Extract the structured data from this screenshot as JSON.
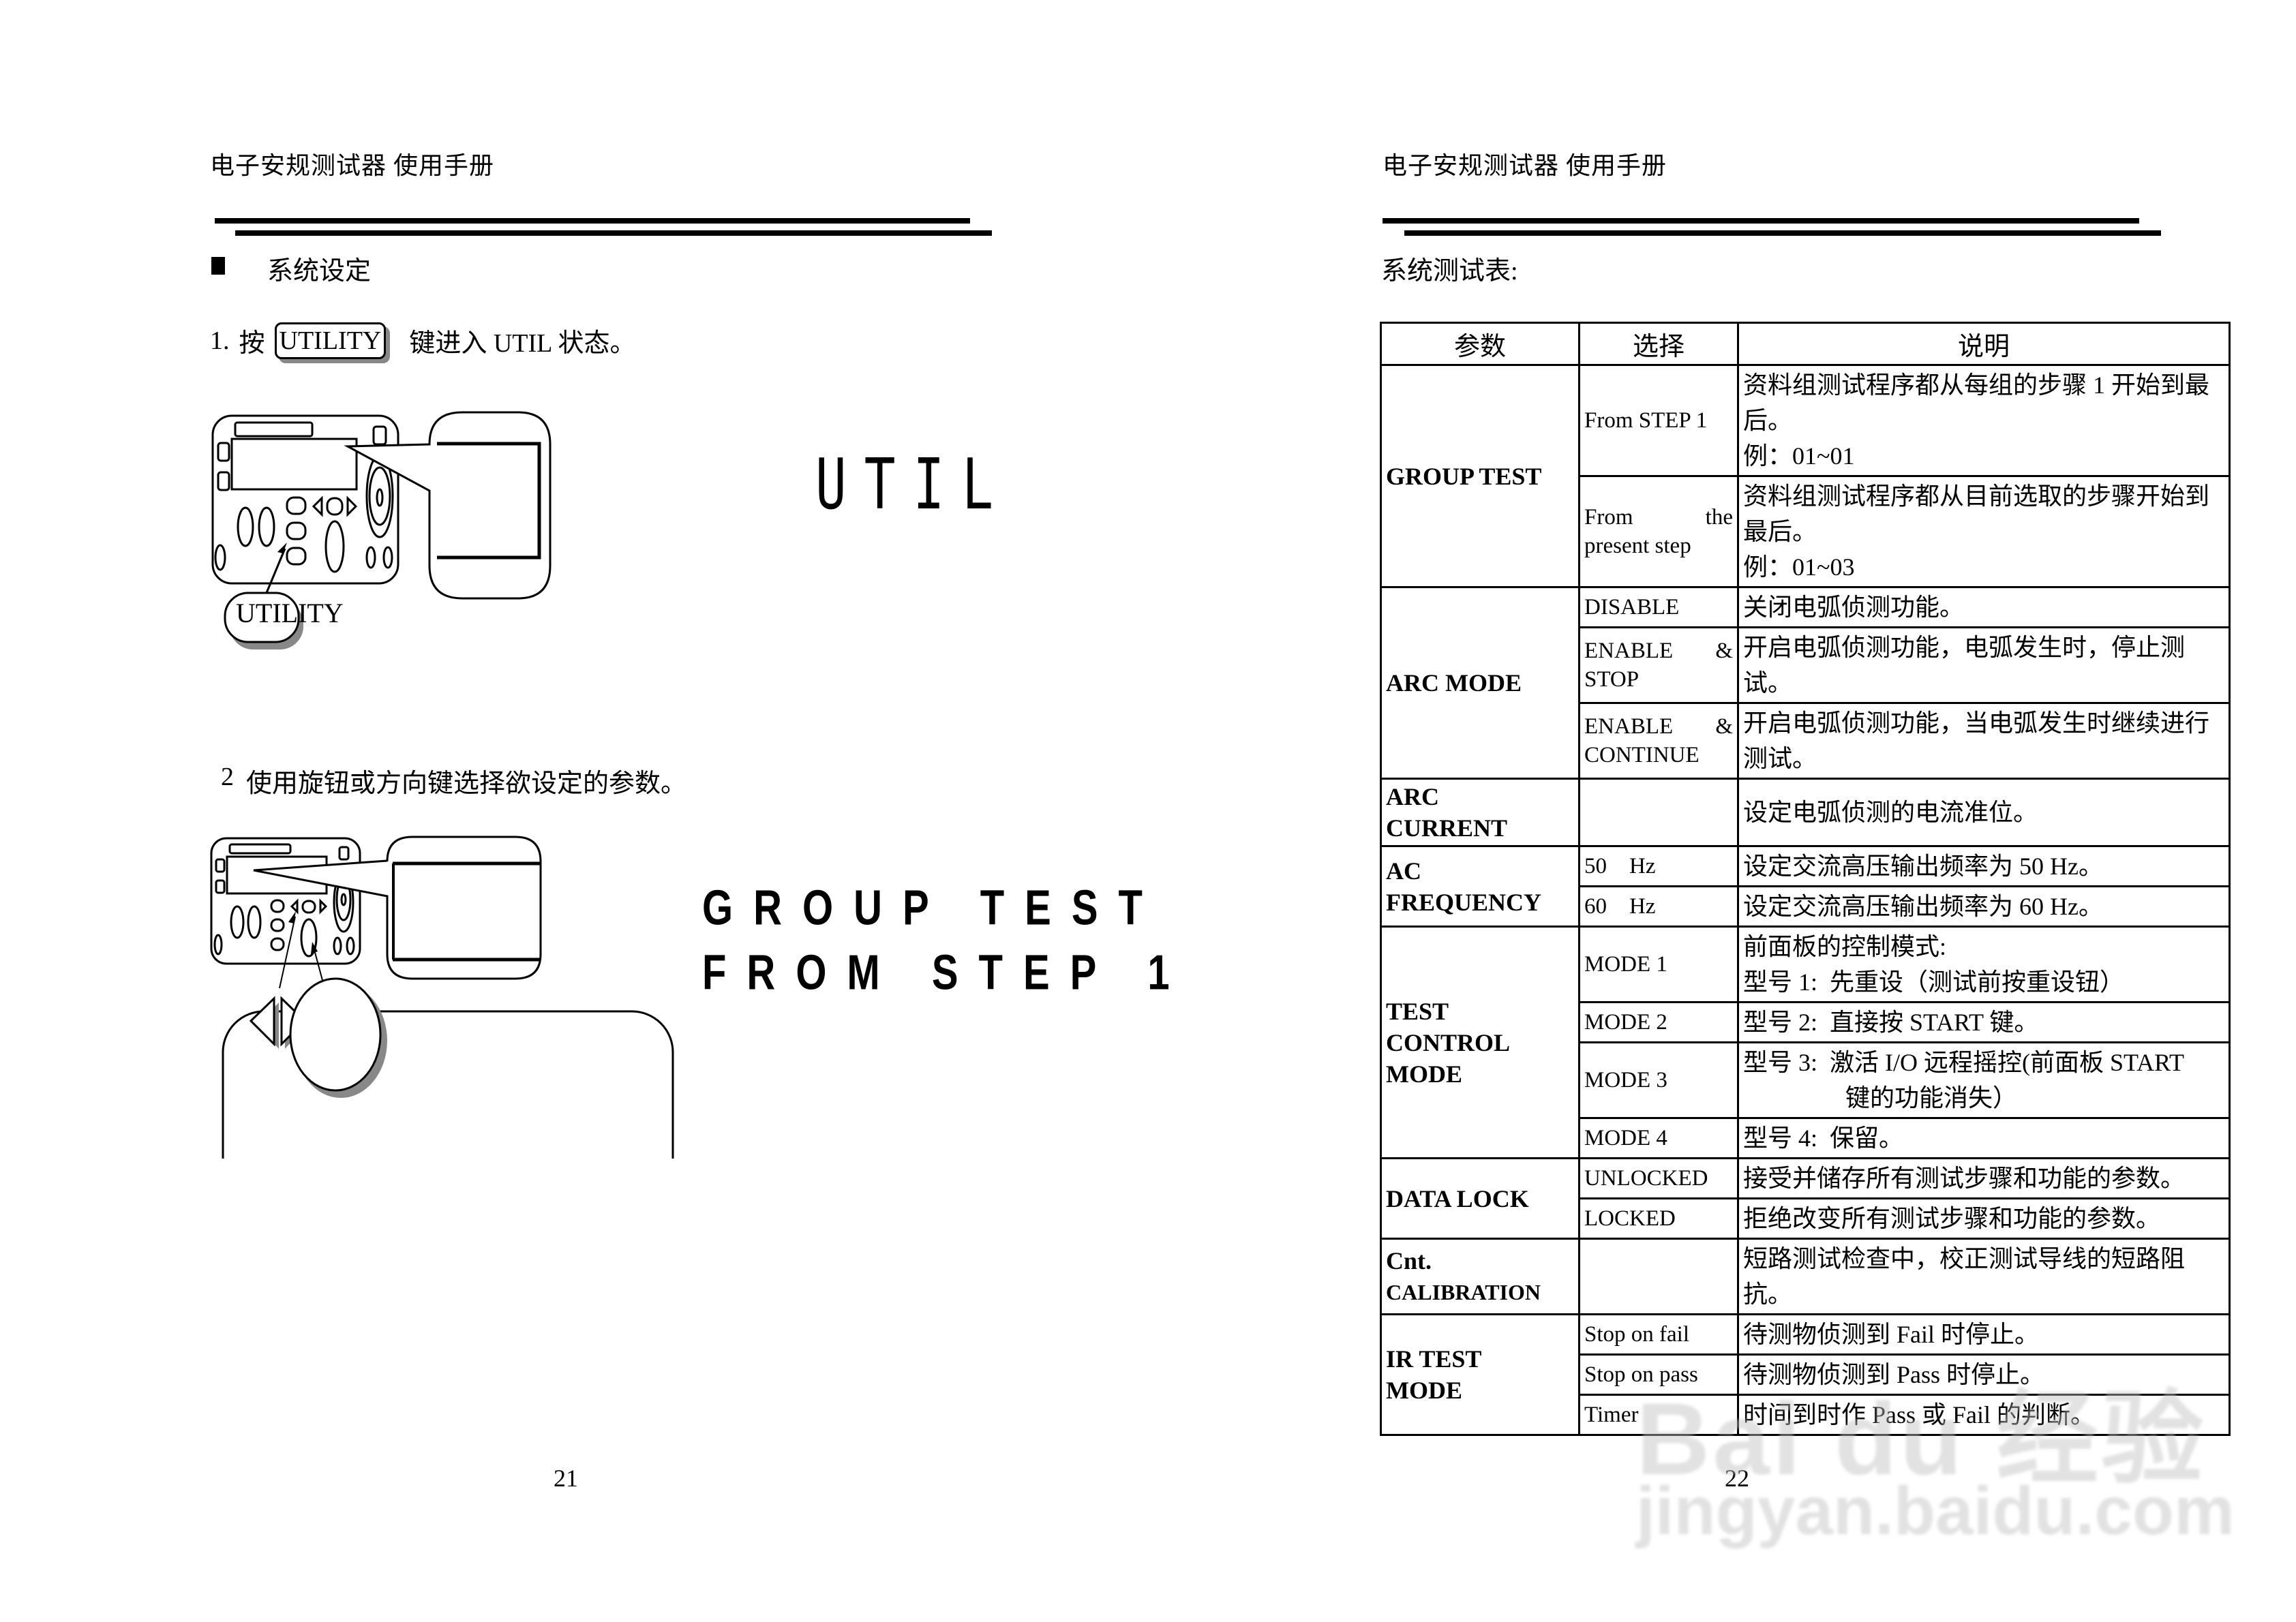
{
  "left_page": {
    "header": "电子安规测试器  使用手册",
    "section_title": "系统设定",
    "step1": {
      "number": "1.",
      "prefix": "按",
      "key_label": "UTILITY",
      "suffix": "键进入 UTIL 状态。"
    },
    "figure1": {
      "lcd_text": "UTIL",
      "callout_label": "UTILITY"
    },
    "step2": {
      "number": "2",
      "text": "使用旋钮或方向键选择欲设定的参数。"
    },
    "figure2": {
      "lcd_line1": "GROUP TEST",
      "lcd_line2": "FROM STEP 1"
    },
    "page_number": "21"
  },
  "right_page": {
    "header": "电子安规测试器  使用手册",
    "table_title": "系统测试表:",
    "table": {
      "headers": [
        "参数",
        "选择",
        "说明"
      ],
      "groups": [
        {
          "param": "GROUP TEST",
          "rows": [
            {
              "option": "From STEP 1",
              "desc": [
                "资料组测试程序都从每组的步骤 1 开始到最后。",
                "例：01~01"
              ]
            },
            {
              "option_a": "From",
              "option_b": "the",
              "option_c": "present step",
              "desc": [
                "资料组测试程序都从目前选取的步骤开始到最后。",
                "例：01~03"
              ]
            }
          ]
        },
        {
          "param": "ARC MODE",
          "rows": [
            {
              "option": "DISABLE",
              "desc": [
                "关闭电弧侦测功能。"
              ]
            },
            {
              "option_a": "ENABLE",
              "option_b": "&",
              "option_c": "STOP",
              "desc": [
                "开启电弧侦测功能，电弧发生时，停止测试。"
              ]
            },
            {
              "option_a": "ENABLE",
              "option_b": "&",
              "option_c": "CONTINUE",
              "desc": [
                "开启电弧侦测功能，当电弧发生时继续进行测试。"
              ]
            }
          ]
        },
        {
          "param_line1": "ARC",
          "param_line2": "CURRENT",
          "rows": [
            {
              "option": "",
              "desc": [
                "设定电弧侦测的电流准位。"
              ]
            }
          ]
        },
        {
          "param_line1": "AC",
          "param_line2": "FREQUENCY",
          "rows": [
            {
              "option": "50    Hz",
              "desc": [
                "设定交流高压输出频率为 50 Hz。"
              ]
            },
            {
              "option": "60    Hz",
              "desc": [
                "设定交流高压输出频率为 60 Hz。"
              ]
            }
          ]
        },
        {
          "param_line1": "TEST",
          "param_line2": "CONTROL",
          "param_line3": "MODE",
          "rows": [
            {
              "option": "MODE 1",
              "desc": [
                "前面板的控制模式:",
                "型号 1:  先重设（测试前按重设钮）"
              ]
            },
            {
              "option": "MODE 2",
              "desc": [
                "型号 2:  直接按 START 键。"
              ]
            },
            {
              "option": "MODE 3",
              "desc": [
                "型号 3:  激活 I/O 远程摇控(前面板 START",
                "键的功能消失）"
              ]
            },
            {
              "option": "MODE 4",
              "desc": [
                "型号 4:  保留。"
              ]
            }
          ]
        },
        {
          "param": "DATA LOCK",
          "rows": [
            {
              "option": "UNLOCKED",
              "desc": [
                "接受并储存所有测试步骤和功能的参数。"
              ]
            },
            {
              "option": "LOCKED",
              "desc": [
                "拒绝改变所有测试步骤和功能的参数。"
              ]
            }
          ]
        },
        {
          "param_line1": "Cnt.",
          "param_line2": "CALIBRATION",
          "rows": [
            {
              "option": "",
              "desc": [
                "短路测试检查中，校正测试导线的短路阻抗。"
              ]
            }
          ]
        },
        {
          "param_line1": "IR TEST",
          "param_line2": "MODE",
          "rows": [
            {
              "option": "Stop on fail",
              "desc": [
                "待测物侦测到 Fail 时停止。"
              ]
            },
            {
              "option": "Stop on pass",
              "desc": [
                "待测物侦测到 Pass 时停止。"
              ]
            },
            {
              "option": "Timer",
              "desc": [
                "时间到时作 Pass 或 Fail 的判断。"
              ]
            }
          ]
        }
      ]
    },
    "page_number": "22"
  },
  "watermark": {
    "line1": "Bai du 经验",
    "line2": "jingyan.baidu.com"
  }
}
